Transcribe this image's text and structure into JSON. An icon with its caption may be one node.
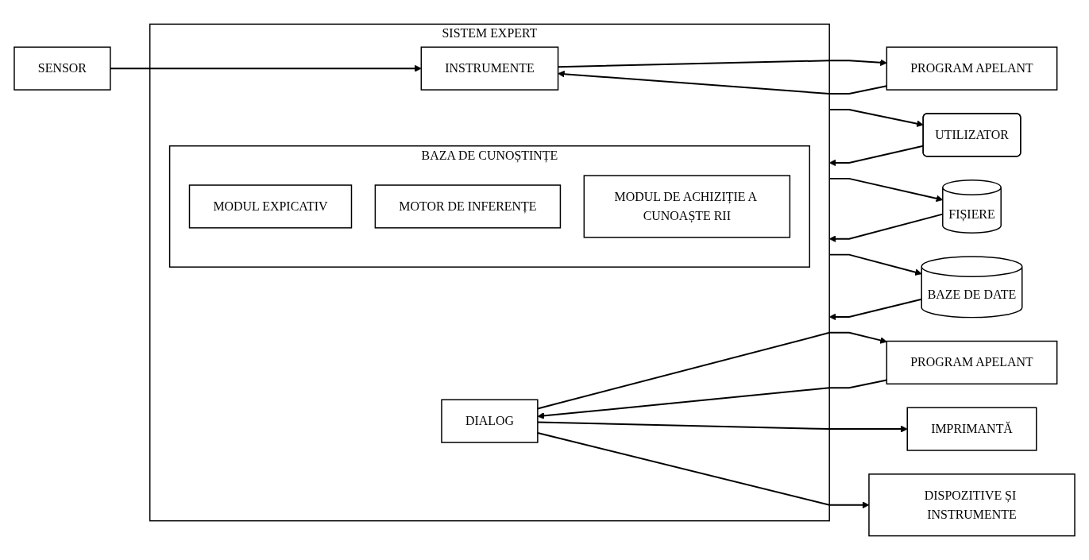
{
  "diagram": {
    "nodes": [
      {
        "text": [
          "SISTEM EXPERT"
        ]
      },
      {
        "text": [
          "INSTRUMENTE"
        ],
        "in": 0
      },
      {
        "text": [
          "BAZA DE CUNOȘTINȚE"
        ],
        "in": 0
      },
      {
        "text": [
          "MODUL EXPICATIV"
        ],
        "in": 2
      },
      {
        "text": [
          "MOTOR DE INFERENȚE"
        ],
        "in": 2
      },
      {
        "text": [
          "MODUL DE ACHIZIȚIE A CUNOAȘTE RII"
        ],
        "in": 2
      },
      {
        "text": [
          "DIALOG"
        ],
        "in": 0
      },
      {
        "text": [
          "PROGRAM APELANT"
        ]
      },
      {
        "text": [
          "SENSOR"
        ]
      },
      {
        "text": [
          "PROGRAM APELANT"
        ]
      },
      {
        "text": [
          "IMPRIMANTĂ"
        ]
      },
      {
        "text": [
          "DISPOZITIVE ȘI INSTRUMENTE"
        ]
      },
      {
        "text": [
          "UTILIZATOR"
        ]
      },
      {
        "text": [
          "FIȘIERE"
        ]
      },
      {
        "text": [
          "BAZE DE DATE"
        ]
      }
    ],
    "edges": [
      {
        "from": 7,
        "to": 1,
        "arrow": "to"
      },
      {
        "from": 1,
        "to": 7,
        "arrow": "to"
      },
      {
        "from": 8,
        "to": 1,
        "arrow": "to"
      },
      {
        "from": 6,
        "to": 9,
        "arrow": "to"
      },
      {
        "from": 9,
        "to": 6,
        "arrow": "to"
      },
      {
        "from": 6,
        "to": 10,
        "arrow": "to"
      },
      {
        "from": 6,
        "to": 11,
        "arrow": "to"
      },
      {
        "from": 12,
        "to": 0,
        "arrow": "to"
      },
      {
        "from": 0,
        "to": 12,
        "arrow": "to"
      },
      {
        "from": 13,
        "to": 0,
        "arrow": "to"
      },
      {
        "from": 0,
        "to": 13,
        "arrow": "to"
      },
      {
        "from": 14,
        "to": 0,
        "arrow": "to"
      },
      {
        "from": 0,
        "to": 14,
        "arrow": "to"
      }
    ]
  }
}
